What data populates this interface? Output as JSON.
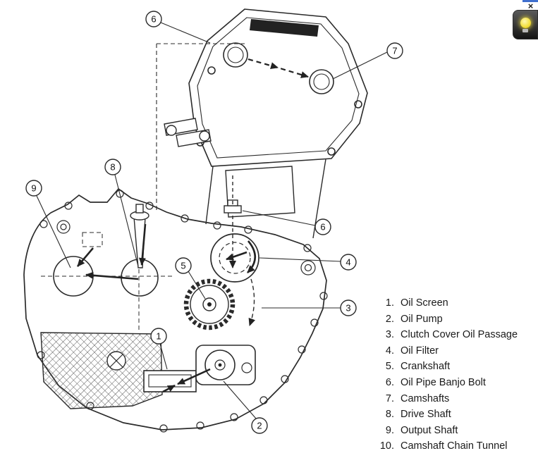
{
  "diagram": {
    "callouts": [
      {
        "part": "oil-pipe-banjo-bolt-top",
        "number": "6"
      },
      {
        "part": "camshafts",
        "number": "7"
      },
      {
        "part": "output-shaft",
        "number": "9"
      },
      {
        "part": "drive-shaft",
        "number": "8"
      },
      {
        "part": "crankshaft",
        "number": "5"
      },
      {
        "part": "oil-pipe-banjo-bolt",
        "number": "6"
      },
      {
        "part": "oil-filter",
        "number": "4"
      },
      {
        "part": "clutch-cover-oil-passage",
        "number": "3"
      },
      {
        "part": "oil-screen",
        "number": "1"
      },
      {
        "part": "oil-pump",
        "number": "2"
      }
    ]
  },
  "legend": {
    "items": [
      {
        "number": "1.",
        "label": "Oil Screen"
      },
      {
        "number": "2.",
        "label": "Oil Pump"
      },
      {
        "number": "3.",
        "label": "Clutch Cover Oil Passage"
      },
      {
        "number": "4.",
        "label": "Oil Filter"
      },
      {
        "number": "5.",
        "label": "Crankshaft"
      },
      {
        "number": "6.",
        "label": "Oil Pipe Banjo Bolt"
      },
      {
        "number": "7.",
        "label": "Camshafts"
      },
      {
        "number": "8.",
        "label": "Drive Shaft"
      },
      {
        "number": "9.",
        "label": "Output Shaft"
      },
      {
        "number": "10.",
        "label": "Camshaft Chain Tunnel"
      }
    ]
  },
  "widget": {
    "close_label": "×",
    "icon": "lightbulb-icon"
  },
  "colors": {
    "line": "#2b2b2b",
    "accent_blue": "#3f6fce",
    "bulb_yellow": "#f2df3a",
    "widget_bg": "#141414"
  }
}
